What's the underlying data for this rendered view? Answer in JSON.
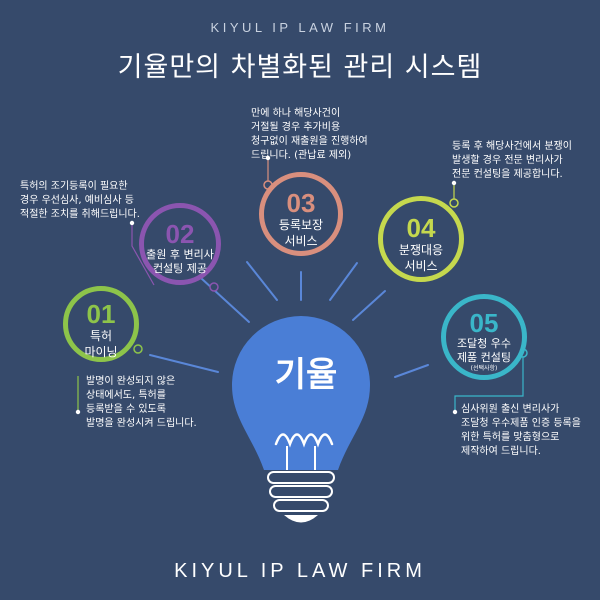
{
  "header": {
    "firm_name_top": "KIYUL IP LAW FIRM",
    "title": "기율만의 차별화된 관리 시스템"
  },
  "bulb": {
    "label": "기율"
  },
  "footer": {
    "firm_name": "KIYUL IP LAW FIRM"
  },
  "colors": {
    "background": "#364a6b",
    "bulb": "#4a7ed6",
    "step1": "#8dc44a",
    "step2": "#8b55b0",
    "step3": "#d98f7e",
    "step4": "#c5d84e",
    "step5": "#3ab6c9"
  },
  "steps": [
    {
      "number": "01",
      "label_lines": [
        "특허",
        "마이닝"
      ],
      "description": [
        "발명이 완성되지 않은",
        "상태에서도, 특허를",
        "등록받을 수 있도록",
        "발명을 완성시켜 드립니다."
      ]
    },
    {
      "number": "02",
      "label_lines": [
        "출원 후 변리사",
        "컨설팅 제공"
      ],
      "description": [
        "특허의 조기등록이 필요한",
        "경우 우선심사, 예비심사 등",
        "적절한 조치를 취해드립니다."
      ]
    },
    {
      "number": "03",
      "label_lines": [
        "등록보장",
        "서비스"
      ],
      "description": [
        "만에 하나 해당사건이",
        "거절될 경우 추가비용",
        "청구없이 재출원을 진행하여",
        "드립니다. (관납료 제외)"
      ]
    },
    {
      "number": "04",
      "label_lines": [
        "분쟁대응",
        "서비스"
      ],
      "description": [
        "등록 후 해당사건에서 분쟁이",
        "발생할 경우 전문 변리사가",
        "전문 컨설팅을 제공합니다."
      ]
    },
    {
      "number": "05",
      "label_lines": [
        "조달청 우수",
        "제품 컨설팅"
      ],
      "sub_note": "(선택사항)",
      "description": [
        "심사위원 출신 변리사가",
        "조달청 우수제품 인증 등록을",
        "위한 특허를 맞춤형으로",
        "제작하여 드립니다."
      ]
    }
  ]
}
